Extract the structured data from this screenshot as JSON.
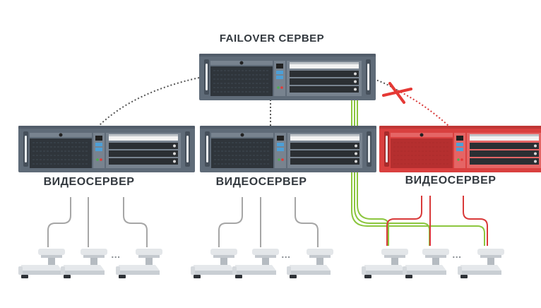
{
  "failover": {
    "label": "FAILOVER СЕРВЕР"
  },
  "servers": [
    {
      "label": "ВИДЕОСЕРВЕР",
      "status": "ok"
    },
    {
      "label": "ВИДЕОСЕРВЕР",
      "status": "ok"
    },
    {
      "label": "ВИДЕОСЕРВЕР",
      "status": "failed"
    }
  ],
  "camera_groups": [
    {
      "ellipsis": "..."
    },
    {
      "ellipsis": "..."
    },
    {
      "ellipsis": "..."
    }
  ],
  "colors": {
    "server_gray": "#5f6b78",
    "server_red": "#d9403f",
    "link_dotted": "#555555",
    "failed_link": "#d93a3a",
    "failover_line": "#8cc63f",
    "camera_line": "#a0a0a0",
    "camera_active_line": "#d93a3a"
  },
  "icons": {
    "server": "rack-server-icon",
    "camera": "cctv-camera-icon",
    "broken_link": "cross-icon"
  }
}
